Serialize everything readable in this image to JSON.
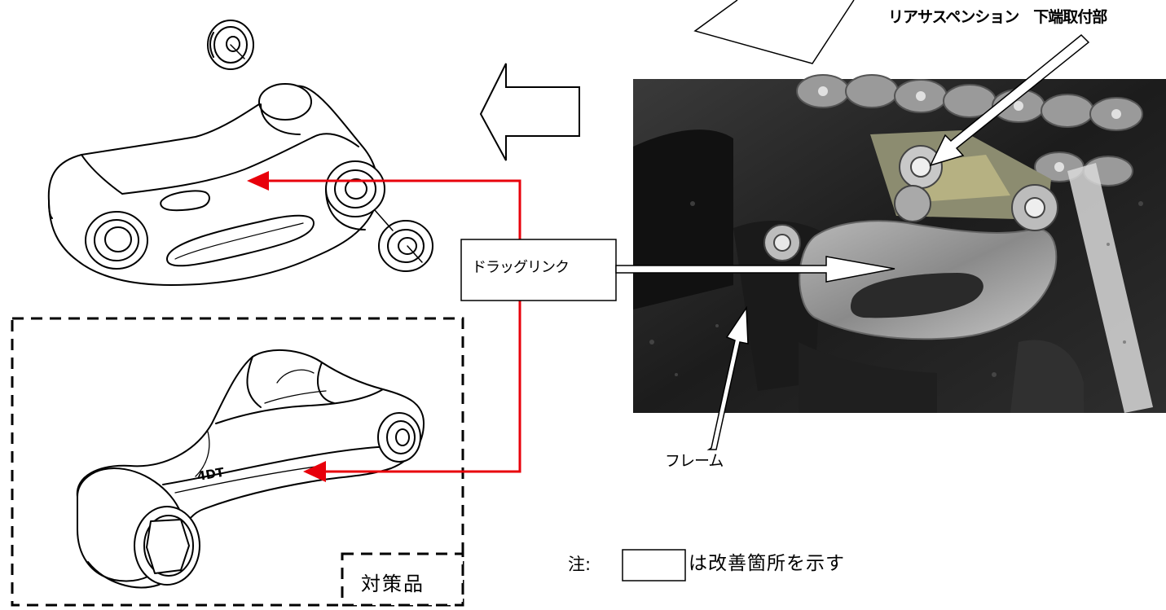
{
  "labels": {
    "rear_suspension": "リアサスペンション　下端取付部",
    "drag_link": "ドラッグリンク",
    "frame": "フレーム",
    "note_prefix": "注:",
    "note_suffix": "は改善箇所を示す",
    "countermeasure_part": "対策品"
  },
  "colors": {
    "connector_arrow": "#e8000b",
    "outline": "#000000",
    "photo_background": "#2b2b2b"
  }
}
